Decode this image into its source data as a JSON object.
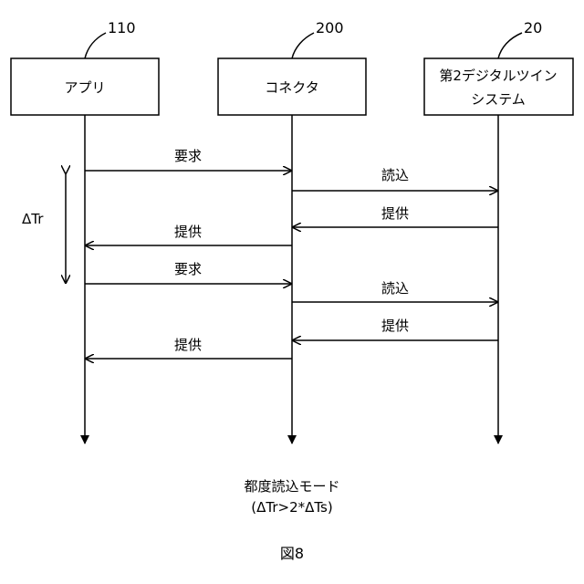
{
  "participants": [
    {
      "ref": "110",
      "label": "アプリ"
    },
    {
      "ref": "200",
      "label": "コネクタ"
    },
    {
      "ref": "20",
      "label_line1": "第2デジタルツイン",
      "label_line2": "システム"
    }
  ],
  "messages": [
    {
      "label": "要求",
      "from": 0,
      "to": 1
    },
    {
      "label": "読込",
      "from": 1,
      "to": 2
    },
    {
      "label": "提供",
      "from": 2,
      "to": 1
    },
    {
      "label": "提供",
      "from": 1,
      "to": 0
    },
    {
      "label": "要求",
      "from": 0,
      "to": 1
    },
    {
      "label": "読込",
      "from": 1,
      "to": 2
    },
    {
      "label": "提供",
      "from": 2,
      "to": 1
    },
    {
      "label": "提供",
      "from": 1,
      "to": 0
    }
  ],
  "interval_label": "ΔTr",
  "mode_title": "都度読込モード",
  "mode_condition": "(ΔTr>2*ΔTs)",
  "figure_label": "図8"
}
